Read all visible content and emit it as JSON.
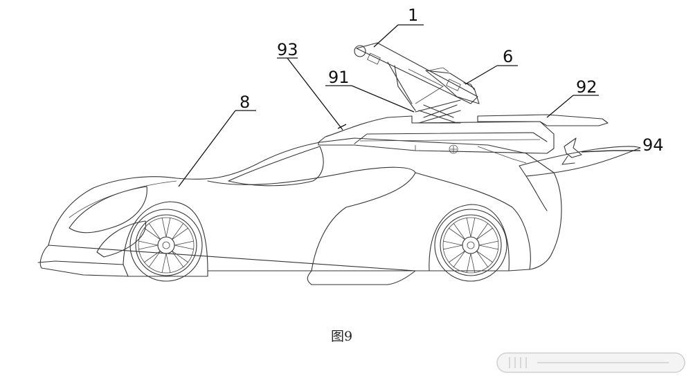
{
  "figure": {
    "caption": "图9",
    "labels": {
      "part1": "1",
      "part6": "6",
      "part8": "8",
      "part91": "91",
      "part92": "92",
      "part93": "93",
      "part94": "94"
    }
  },
  "colors": {
    "line": "#333333",
    "background": "#ffffff"
  }
}
